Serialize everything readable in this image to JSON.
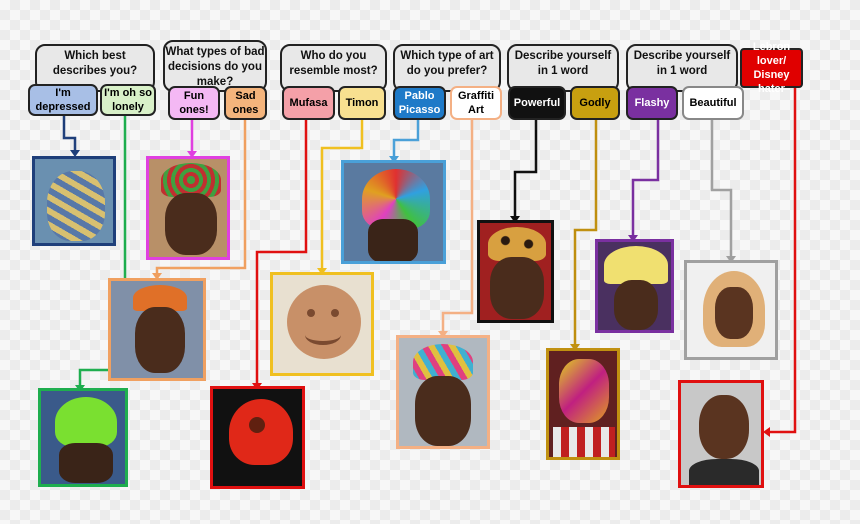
{
  "questions": [
    {
      "text": "Which best describes you?",
      "options": [
        "I'm depressed",
        "I'm oh so lonely"
      ]
    },
    {
      "text": "What types of bad decisions do you make?",
      "options": [
        "Fun ones!",
        "Sad ones"
      ]
    },
    {
      "text": "Who do you resemble most?",
      "options": [
        "Mufasa",
        "Timon"
      ]
    },
    {
      "text": "Which type of art do you prefer?",
      "options": [
        "Pablo Picasso",
        "Graffiti Art"
      ]
    },
    {
      "text": "Describe yourself in 1 word",
      "options": [
        "Powerful",
        "Godly"
      ]
    },
    {
      "text": "Describe yourself in 1 word",
      "options": [
        "Flashy",
        "Beautiful"
      ]
    }
  ],
  "extra_option": "Lebron lover/ Disney hater",
  "photos": [
    "blue-blonde-hair-photo",
    "green-hair-photo",
    "swirl-hair-photo",
    "orange-hair-photo",
    "red-hair-photo",
    "smiley-hair-photo",
    "leopard-hair-photo",
    "multicolor-hair-photo",
    "graffiti-hair-photo",
    "painted-face-photo",
    "yellow-spiky-hair-photo",
    "blonde-wig-photo",
    "bald-man-photo"
  ],
  "colors": {
    "blue": "#1f3f7a",
    "green": "#1fae4f",
    "pink": "#e040e0",
    "orange": "#f0a060",
    "red": "#e01010",
    "yellow": "#f0c020",
    "black": "#111111",
    "gold": "#c09010",
    "purple": "#7a30a0",
    "gray": "#a0a0a0",
    "lightblue": "#4aa0d8",
    "peach": "#f4b084"
  }
}
